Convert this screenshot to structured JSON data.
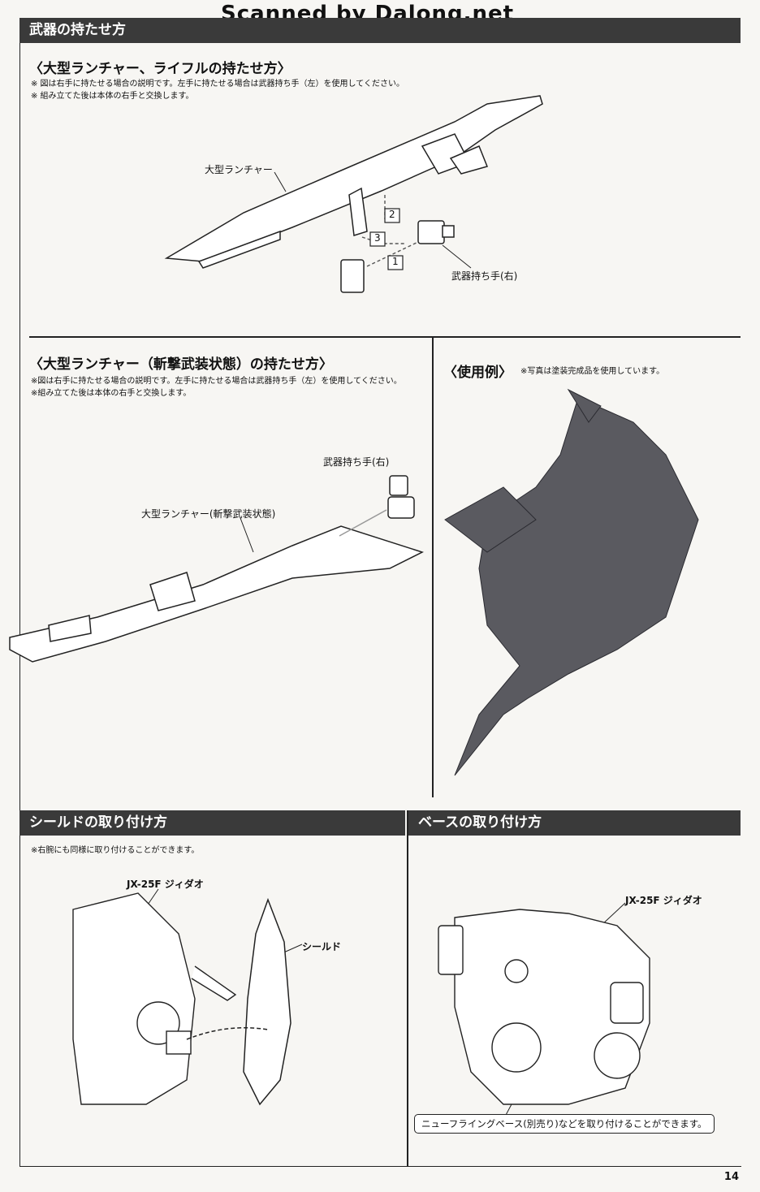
{
  "watermark": "Scanned by Dalong.net",
  "sections": {
    "weapons_title": "武器の持たせ方",
    "shield_title": "シールドの取り付け方",
    "base_title": "ベースの取り付け方"
  },
  "launcher_rifle": {
    "heading": "〈大型ランチャー、ライフルの持たせ方〉",
    "note1": "※ 図は右手に持たせる場合の説明です。左手に持たせる場合は武器持ち手（左）を使用してください。",
    "note2": "※ 組み立てた後は本体の右手と交換します。",
    "label_launcher": "大型ランチャー",
    "label_hand": "武器持ち手(右)",
    "step1": "1",
    "step2": "2",
    "step3": "3"
  },
  "launcher_slash": {
    "heading": "〈大型ランチャー（斬撃武装状態）の持たせ方〉",
    "note1": "※図は右手に持たせる場合の説明です。左手に持たせる場合は武器持ち手（左）を使用してください。",
    "note2": "※組み立てた後は本体の右手と交換します。",
    "label_hand": "武器持ち手(右)",
    "label_launcher": "大型ランチャー(斬撃武装状態)"
  },
  "example": {
    "heading": "〈使用例〉",
    "note": "※写真は塗装完成品を使用しています。"
  },
  "shield": {
    "note": "※右腕にも同様に取り付けることができます。",
    "label_model": "JX-25F ジィダオ",
    "label_shield": "シールド"
  },
  "base": {
    "label_model": "JX-25F ジィダオ",
    "callout": "ニューフライングベース(別売り)などを取り付けることができます。"
  },
  "page_number": "14"
}
